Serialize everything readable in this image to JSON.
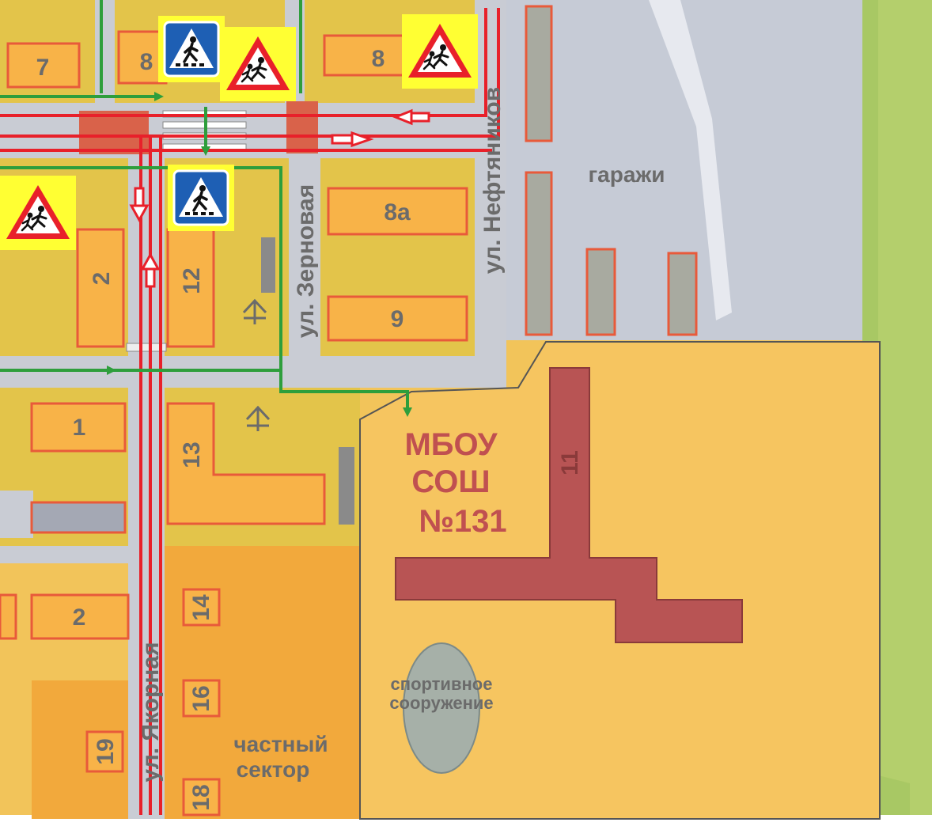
{
  "map": {
    "colors": {
      "background": "#f2c45a",
      "road": "#c9ccd4",
      "yard": "#e6c84c",
      "building": "#f8b348",
      "building_border": "#e85a3a",
      "school_building": "#b85454",
      "school_text": "#c05050",
      "vehicle_route": "#e8202a",
      "pedestrian_route": "#2e9e3c",
      "label": "#6b6b6b",
      "sign_bg": "#ffff33"
    },
    "buildings": [
      "7",
      "8",
      "8",
      "8а",
      "9",
      "2",
      "12",
      "1",
      "13",
      "2",
      "14",
      "16",
      "19",
      "18",
      "11"
    ],
    "streets": {
      "zernovaya": "ул. Зерновая",
      "neftyanikov": "ул. Нефтяников",
      "yakornaya": "ул. Якорная"
    },
    "labels": {
      "garages": "гаражи",
      "sport_line1": "спортивное",
      "sport_line2": "сооружение",
      "private_line1": "частный",
      "private_line2": "сектор"
    },
    "school": {
      "line1": "МБОУ",
      "line2": "СОШ",
      "line3": "№131"
    },
    "signs": [
      {
        "type": "pedestrian-crossing"
      },
      {
        "type": "children-warning"
      },
      {
        "type": "children-warning"
      },
      {
        "type": "children-warning"
      },
      {
        "type": "pedestrian-crossing"
      }
    ]
  }
}
